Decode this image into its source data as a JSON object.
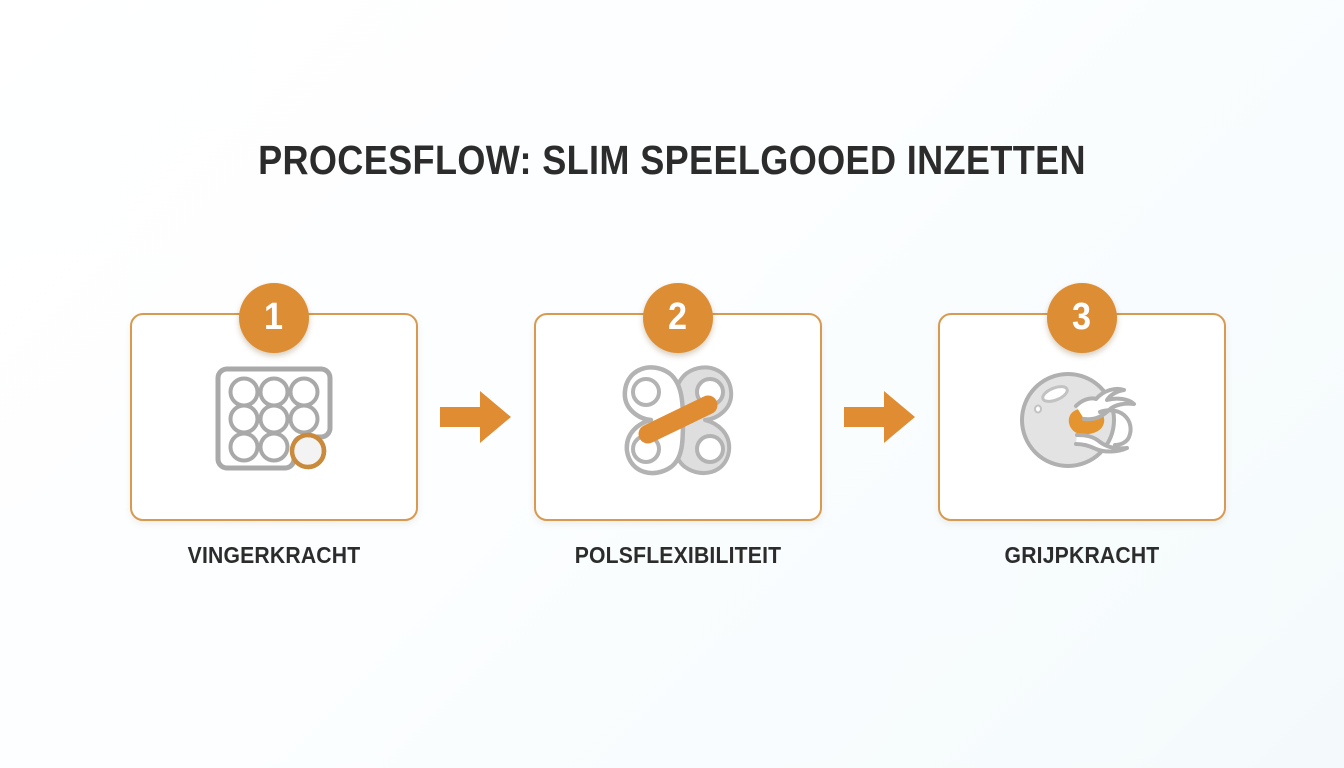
{
  "slide": {
    "title": "PROCESFLOW: SLIM SPEELGOOED INZETTEN",
    "background_color": "#fbfdfe"
  },
  "theme": {
    "accent_orange": "#dd8d33",
    "card_border": "#d89a50",
    "icon_gray": "#a8a8a8",
    "icon_gray_fill": "#d9d9d9",
    "text_dark": "#2c2c2c",
    "white": "#ffffff"
  },
  "flow": {
    "steps": [
      {
        "number": "1",
        "label": "VINGERKRACHT",
        "icon": "pop-it-grid-icon"
      },
      {
        "number": "2",
        "label": "POLSFLEXIBILITEIT",
        "icon": "fidget-loop-icon"
      },
      {
        "number": "3",
        "label": "GRIJPKRACHT",
        "icon": "stress-ball-hand-icon"
      }
    ],
    "connectors": [
      {
        "icon": "arrow-right-icon"
      },
      {
        "icon": "arrow-right-icon"
      }
    ]
  }
}
